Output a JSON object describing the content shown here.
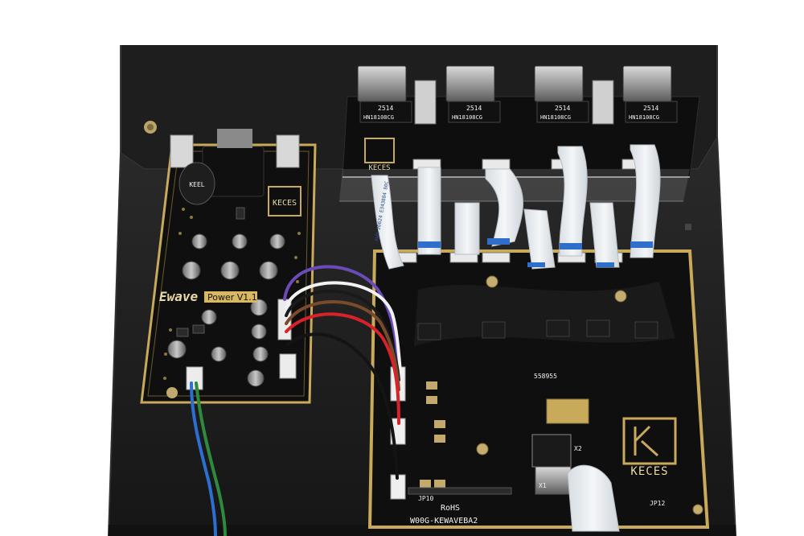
{
  "scene": {
    "background_color": "#ffffff",
    "chassis_color": "#1b1b1c",
    "pcb_color": "#0f0f10",
    "gold_color": "#c9a95a"
  },
  "power_board": {
    "brand_label": "Ewave",
    "model_label": "Power V1.1",
    "logo_text": "KECES"
  },
  "top_board": {
    "logo_text": "KECES",
    "chip_labels": [
      "2514",
      "2514",
      "2514",
      "2514"
    ],
    "part_labels": [
      "HN18108CG",
      "HN18108CG",
      "HN18108CG",
      "HN18108CG"
    ]
  },
  "ribbon_cables": {
    "print_text": "AWM 20624 E343884 80C"
  },
  "main_board": {
    "logo_text": "KECES",
    "rohs_label": "RoHS",
    "part_number": "W00G-KEWAVEBA2",
    "header_labels": [
      "JP10",
      "JP12"
    ],
    "crystal_labels": [
      "X1",
      "X2"
    ],
    "code_label": "558955"
  }
}
